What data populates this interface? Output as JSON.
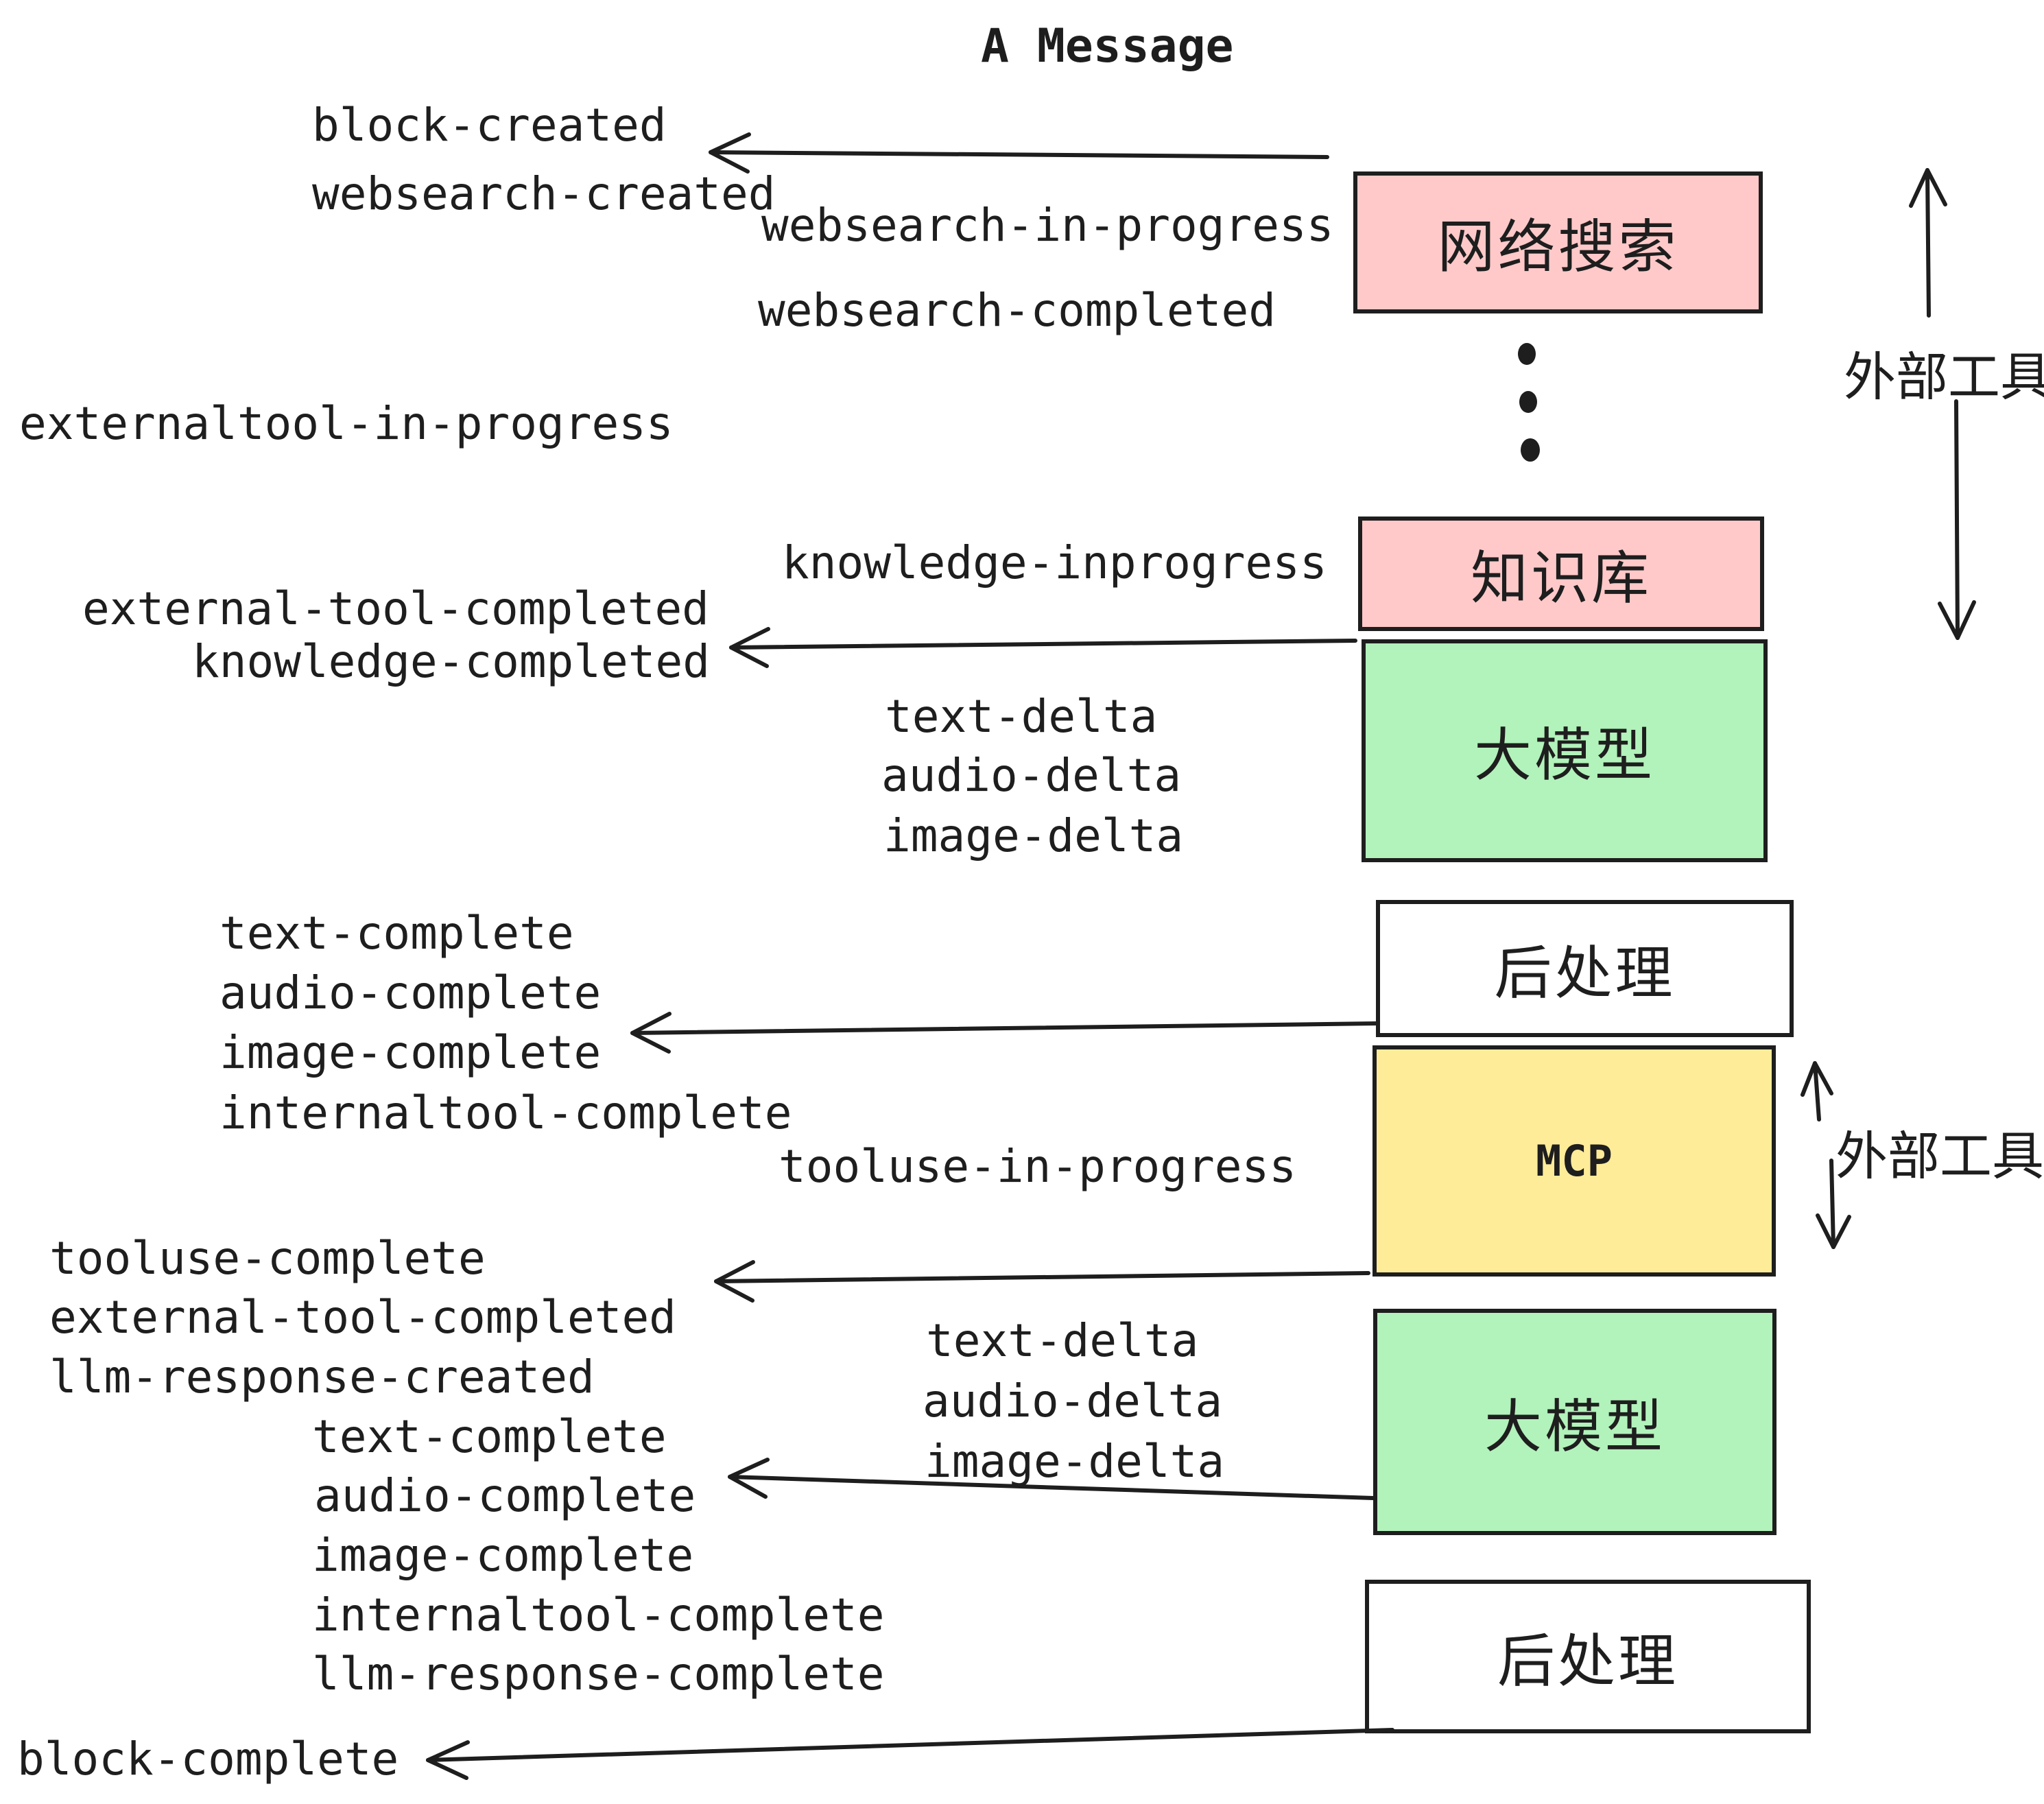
{
  "title": "A Message",
  "colors": {
    "pink": "#FFC9C9",
    "green": "#B2F2BB",
    "yellow": "#FFEC99",
    "white": "#ffffff",
    "stroke": "#1e1e1e",
    "background": "#ffffff"
  },
  "boxes": {
    "websearch": {
      "label": "网络搜索"
    },
    "knowledge": {
      "label": "知识库"
    },
    "llm1": {
      "label": "大模型"
    },
    "post1": {
      "label": "后处理"
    },
    "mcp": {
      "label": "MCP"
    },
    "llm2": {
      "label": "大模型"
    },
    "post2": {
      "label": "后处理"
    }
  },
  "side_labels": {
    "external_tools_top": "外部工具",
    "external_tools_bottom": "外部工具"
  },
  "events": {
    "block_created": "block-created",
    "websearch_created": "websearch-created",
    "websearch_in_progress": "websearch-in-progress",
    "websearch_completed": "websearch-completed",
    "externaltool_in_progress": "externaltool-in-progress",
    "knowledge_inprogress": "knowledge-inprogress",
    "external_tool_completed_1": "external-tool-completed",
    "knowledge_completed": "knowledge-completed",
    "text_delta_1": "text-delta",
    "audio_delta_1": "audio-delta",
    "image_delta_1": "image-delta",
    "text_complete_1": "text-complete",
    "audio_complete_1": "audio-complete",
    "image_complete_1": "image-complete",
    "internaltool_complete_1": "internaltool-complete",
    "tooluse_in_progress": "tooluse-in-progress",
    "tooluse_complete": "tooluse-complete",
    "external_tool_completed_2": "external-tool-completed",
    "llm_response_created": "llm-response-created",
    "text_complete_2": "text-complete",
    "audio_complete_2": "audio-complete",
    "image_complete_2": "image-complete",
    "internaltool_complete_2": "internaltool-complete",
    "llm_response_complete": "llm-response-complete",
    "block_complete": "block-complete"
  }
}
